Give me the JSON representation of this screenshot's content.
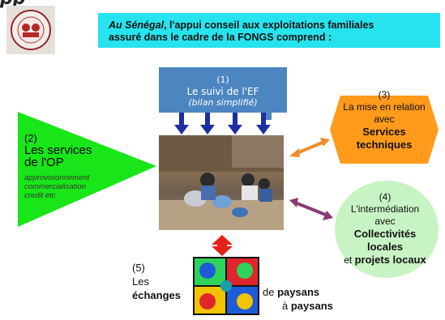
{
  "header": {
    "title_fragment": "pp",
    "banner_part1": "Au Sénégal",
    "banner_part2": ", l'appui conseil aux exploitations familiales",
    "banner_line2": "assuré dans le cadre de la FONGS comprend :"
  },
  "suivi": {
    "number": "(1)",
    "label": "Le suivi de l'EF",
    "sub": "(bilan simplifié)"
  },
  "services_op": {
    "number": "(2)",
    "line1": "Les services",
    "line2": "de l'OP",
    "sub1": "approvisionnement",
    "sub2": "commercialisation",
    "sub3": "credit etc"
  },
  "mise_en_relation": {
    "number": "(3)",
    "line1": "La mise en relation",
    "line2": "avec",
    "bold1": "Services",
    "bold2": "techniques"
  },
  "intermediation": {
    "number": "(4)",
    "line1": "L'intermédiation",
    "line2": "avec",
    "bold1": "Collectivités",
    "bold2": "locales",
    "line5a": "et ",
    "line5b": "projets locaux"
  },
  "echanges": {
    "number": "(5)",
    "line1": "Les",
    "bold1": "échanges",
    "tail1": "de ",
    "tail2": "paysans",
    "tail3": "à ",
    "tail4": "paysans"
  },
  "colors": {
    "banner": "#27e3ee",
    "triangle": "#19e619",
    "hexagon": "#ff9a1a",
    "circle": "#c8f3c4",
    "suivi": "#4c86c1",
    "arrow_blue": "#1c2ea1",
    "arrow_orange": "#f08c2a",
    "arrow_purple": "#8a3b73",
    "arrow_red": "#e2231b"
  }
}
